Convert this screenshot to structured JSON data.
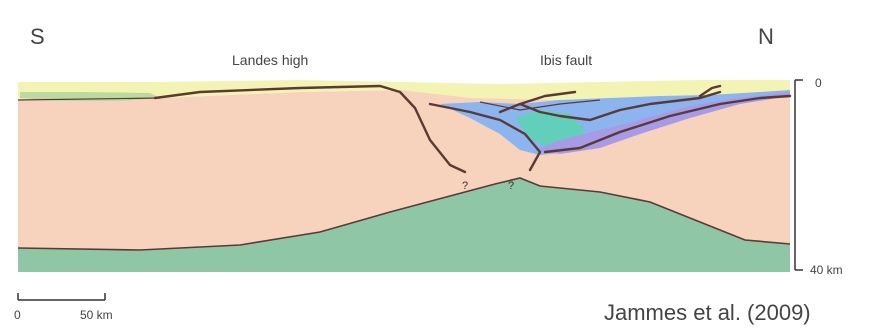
{
  "labels": {
    "south": "S",
    "north": "N",
    "landes_high": "Landes high",
    "ibis_fault": "Ibis fault",
    "depth_top": "0",
    "depth_bottom": "40 km",
    "scale_start": "0",
    "scale_end": "50 km",
    "uncertain_1": "?",
    "uncertain_2": "?",
    "citation": "Jammes et al. (2009)"
  },
  "colors": {
    "crust": "#f7d2bc",
    "mantle": "#8fc7a6",
    "sediment_yellow": "#f3f3b4",
    "sediment_green": "#b9dc9e",
    "basin_blue": "#8cb4ee",
    "basin_teal": "#62cfbb",
    "basin_purple": "#a79ae6",
    "line": "#5a3a34"
  }
}
